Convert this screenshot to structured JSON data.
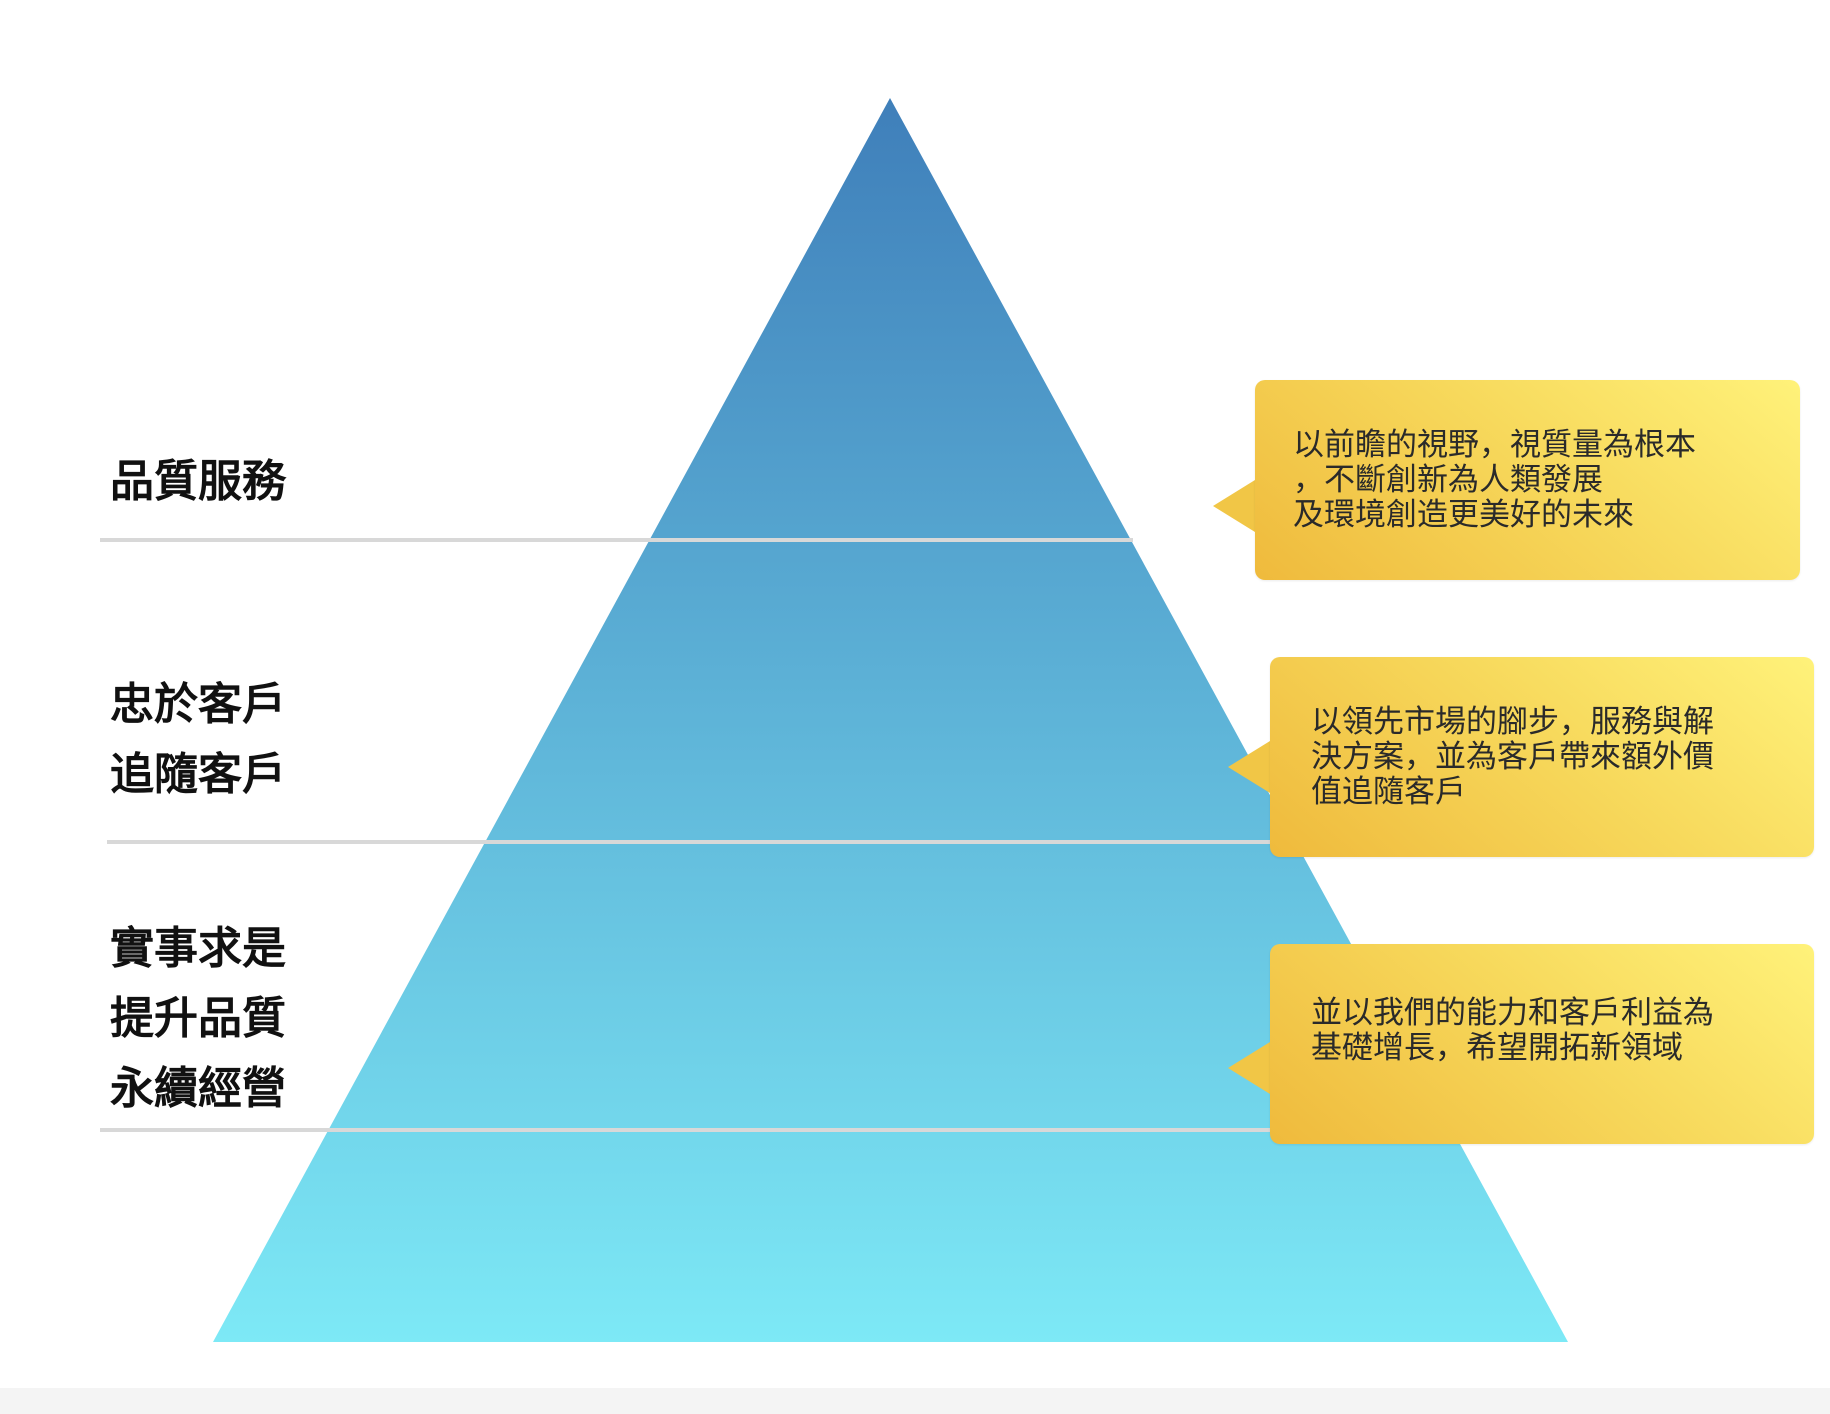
{
  "diagram": {
    "type": "pyramid",
    "colors": {
      "pyramid_top": "#3f7fba",
      "pyramid_bottom": "#7de9f6",
      "divider": "#d8d8d8",
      "callout_fill": "#f5d04f",
      "label_text": "#111111"
    },
    "tier_labels": [
      {
        "lines": [
          "品質服務"
        ]
      },
      {
        "lines": [
          "忠於客戶",
          "追隨客戶"
        ]
      },
      {
        "lines": [
          "實事求是",
          "提升品質",
          "永續經營"
        ]
      }
    ],
    "callouts": [
      {
        "lines": [
          "以前瞻的視野，視質量為根本",
          "，不斷創新為人類發展",
          "及環境創造更美好的未來"
        ]
      },
      {
        "lines": [
          "以領先市場的腳步，服務與解",
          "決方案，並為客戶帶來額外價",
          "值追隨客戶"
        ]
      },
      {
        "lines": [
          "並以我們的能力和客戶利益為",
          "基礎增長，希望開拓新領域"
        ]
      }
    ]
  }
}
